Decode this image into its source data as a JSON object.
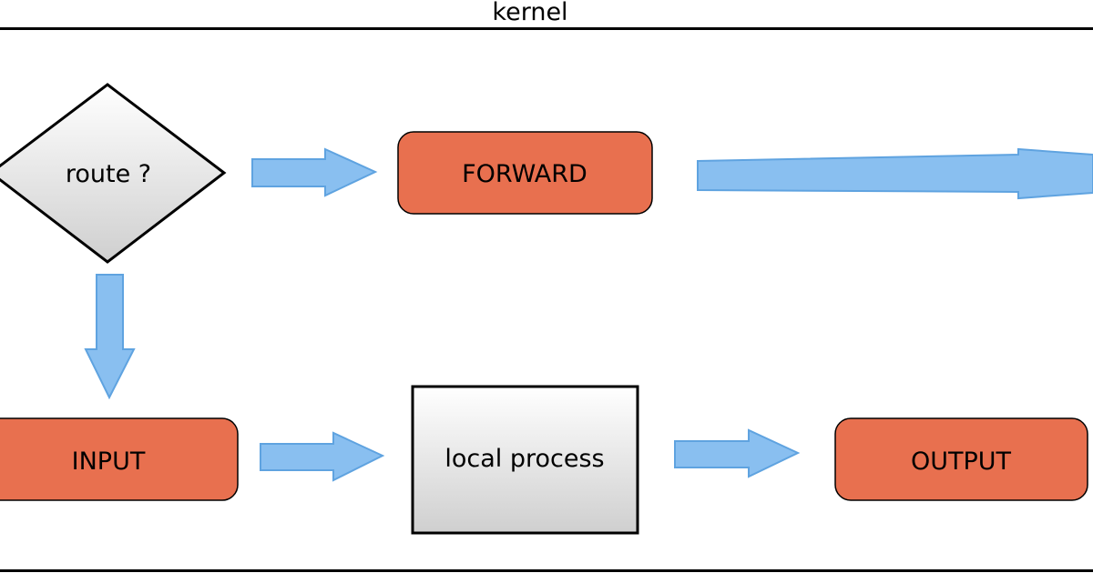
{
  "header": {
    "title": "kernel"
  },
  "nodes": {
    "route": {
      "label": "route ?",
      "shape": "diamond"
    },
    "forward": {
      "label": "FORWARD",
      "shape": "rounded-rect"
    },
    "input": {
      "label": "INPUT",
      "shape": "rounded-rect"
    },
    "local_process": {
      "label": "local process",
      "shape": "rect"
    },
    "output": {
      "label": "OUTPUT",
      "shape": "rounded-rect"
    }
  },
  "edges": [
    {
      "from": "route",
      "to": "forward"
    },
    {
      "from": "forward",
      "to": "off-canvas-right"
    },
    {
      "from": "route",
      "to": "input"
    },
    {
      "from": "input",
      "to": "local_process"
    },
    {
      "from": "local_process",
      "to": "output"
    }
  ],
  "colors": {
    "chain_fill": "#e8704f",
    "arrow_fill": "#89bff0",
    "arrow_stroke": "#5fa3e0",
    "outline": "#000000",
    "gradient_top": "#ffffff",
    "gradient_bottom": "#cfcfcf"
  }
}
